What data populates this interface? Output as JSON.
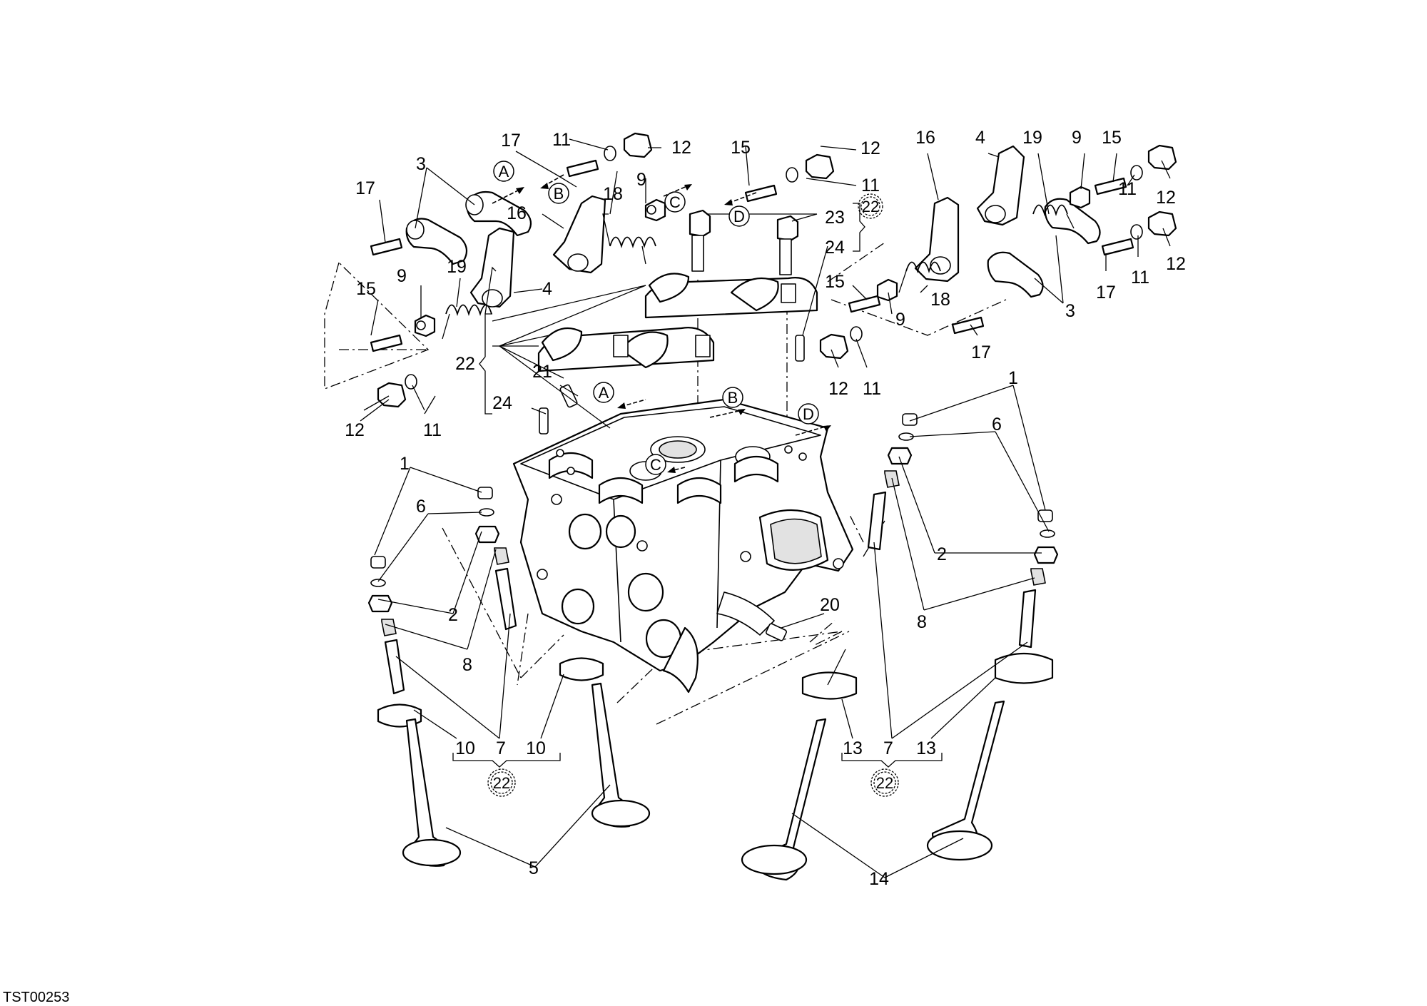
{
  "drawing_code": "TST00253",
  "kit_ref": "22",
  "part_numbers": {
    "p1": "1",
    "p2": "2",
    "p3": "3",
    "p4": "4",
    "p5": "5",
    "p6": "6",
    "p7": "7",
    "p8": "8",
    "p9": "9",
    "p10": "10",
    "p11": "11",
    "p12": "12",
    "p13": "13",
    "p14": "14",
    "p15": "15",
    "p16": "16",
    "p17": "17",
    "p18": "18",
    "p19": "19",
    "p20": "20",
    "p21": "21",
    "p22": "22",
    "p23": "23",
    "p24": "24"
  },
  "section_refs": {
    "a": "A",
    "b": "B",
    "c": "C",
    "d": "D"
  }
}
